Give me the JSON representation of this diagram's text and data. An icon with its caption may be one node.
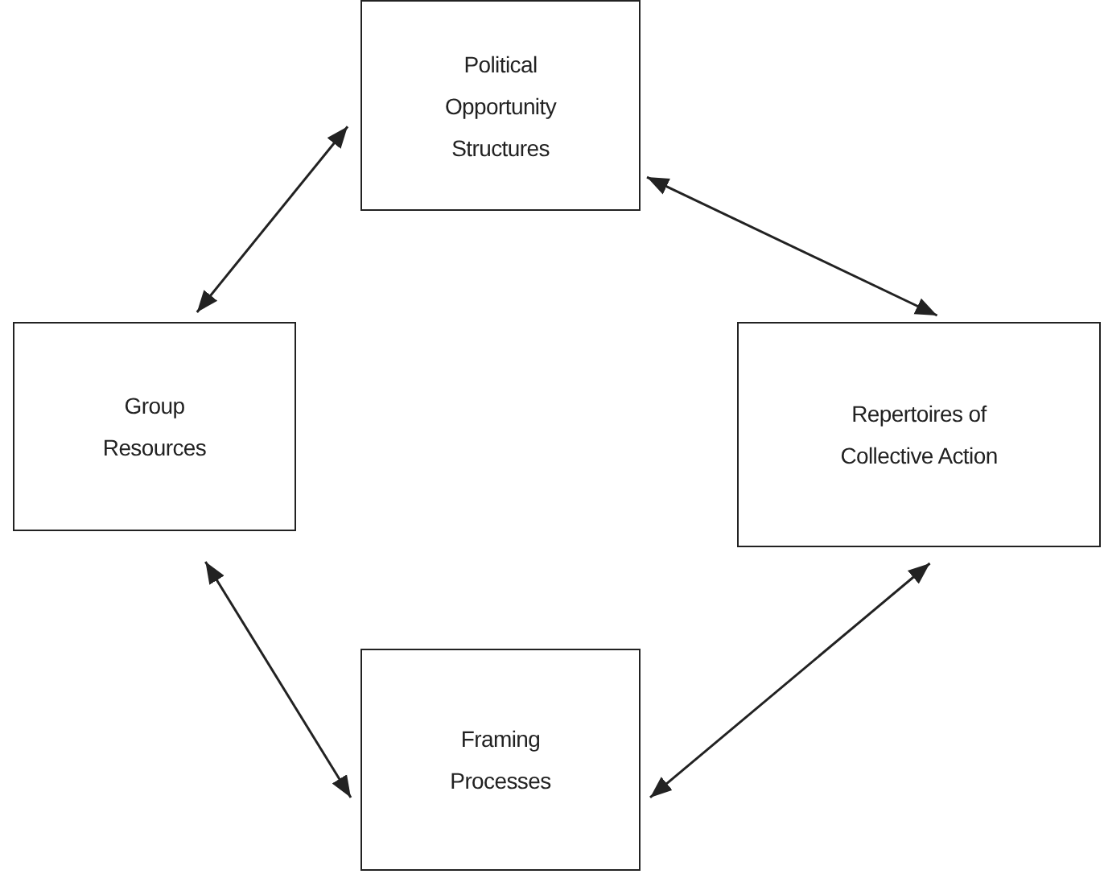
{
  "diagram": {
    "nodes": [
      {
        "text": [
          "Political Opportunity Structures"
        ]
      },
      {
        "text": [
          "Group Resources"
        ]
      },
      {
        "text": [
          "Repertoires of Collective Action"
        ]
      },
      {
        "text": [
          "Framing Processes"
        ]
      }
    ],
    "edges": [
      {
        "from": 0,
        "to": 1,
        "arrow": "both"
      },
      {
        "from": 0,
        "to": 2,
        "arrow": "both"
      },
      {
        "from": 1,
        "to": 3,
        "arrow": "both"
      },
      {
        "from": 2,
        "to": 3,
        "arrow": "both"
      }
    ]
  }
}
